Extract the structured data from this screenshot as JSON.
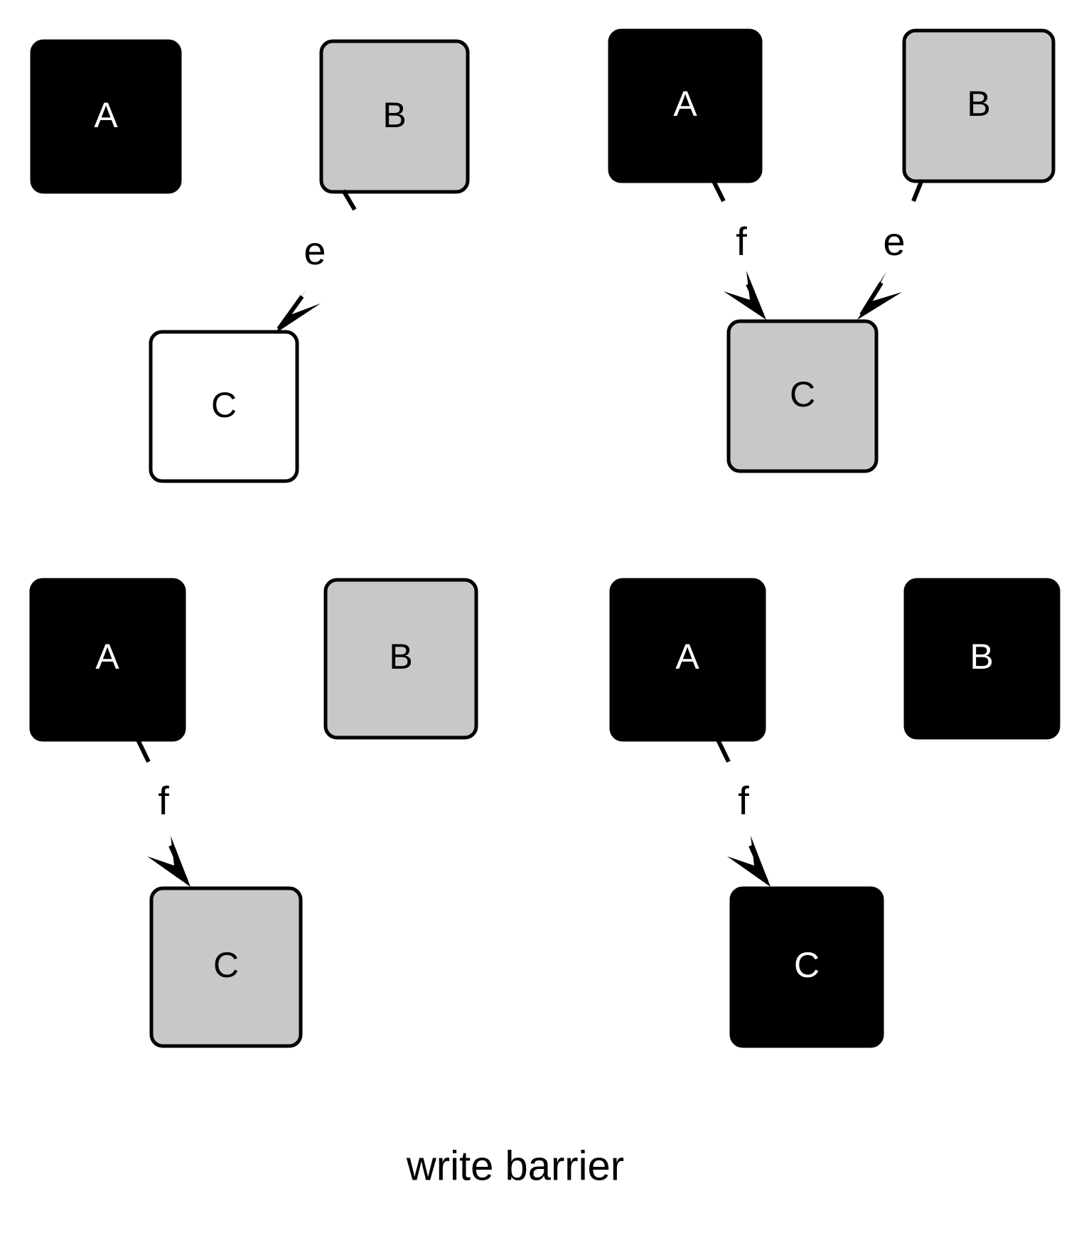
{
  "figure": {
    "caption": "write barrier",
    "colors": {
      "black": "#000000",
      "gray": "#c8c8c8",
      "white": "#ffffff",
      "stroke": "#000000",
      "background": "#ffffff"
    }
  },
  "panels": [
    {
      "id": "top-left",
      "nodes": [
        {
          "label": "A",
          "fill": "black",
          "text_color": "white"
        },
        {
          "label": "B",
          "fill": "gray",
          "text_color": "black"
        },
        {
          "label": "C",
          "fill": "white",
          "text_color": "black"
        }
      ],
      "edges": [
        {
          "label": "e",
          "from": "B",
          "to": "C"
        }
      ]
    },
    {
      "id": "top-right",
      "nodes": [
        {
          "label": "A",
          "fill": "black",
          "text_color": "white"
        },
        {
          "label": "B",
          "fill": "gray",
          "text_color": "black"
        },
        {
          "label": "C",
          "fill": "gray",
          "text_color": "black"
        }
      ],
      "edges": [
        {
          "label": "f",
          "from": "A",
          "to": "C"
        },
        {
          "label": "e",
          "from": "B",
          "to": "C"
        }
      ]
    },
    {
      "id": "bottom-left",
      "nodes": [
        {
          "label": "A",
          "fill": "black",
          "text_color": "white"
        },
        {
          "label": "B",
          "fill": "gray",
          "text_color": "black"
        },
        {
          "label": "C",
          "fill": "gray",
          "text_color": "black"
        }
      ],
      "edges": [
        {
          "label": "f",
          "from": "A",
          "to": "C"
        }
      ]
    },
    {
      "id": "bottom-right",
      "nodes": [
        {
          "label": "A",
          "fill": "black",
          "text_color": "white"
        },
        {
          "label": "B",
          "fill": "black",
          "text_color": "white"
        },
        {
          "label": "C",
          "fill": "black",
          "text_color": "white"
        }
      ],
      "edges": [
        {
          "label": "f",
          "from": "A",
          "to": "C"
        }
      ]
    }
  ]
}
